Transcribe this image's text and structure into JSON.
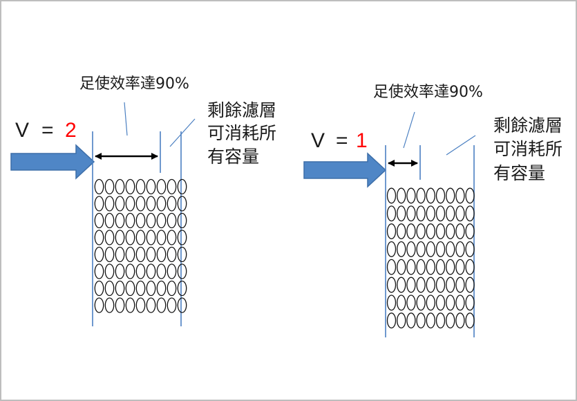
{
  "panels": [
    {
      "v_label": "V",
      "v_equals": "=",
      "v_value": "2",
      "label_efficiency": "足使效率達90%",
      "label_remaining": [
        "剩餘濾層",
        "可消耗所",
        "有容量"
      ]
    },
    {
      "v_label": "V",
      "v_equals": "=",
      "v_value": "1",
      "label_efficiency": "足使效率達90%",
      "label_remaining": [
        "剩餘濾層",
        "可消耗所",
        "有容量"
      ]
    }
  ],
  "colors": {
    "arrow": "#4f86c6",
    "boundary_line": "#4a7fc1",
    "velocity_value": "#ff0000",
    "bead_outline": "#111111"
  }
}
